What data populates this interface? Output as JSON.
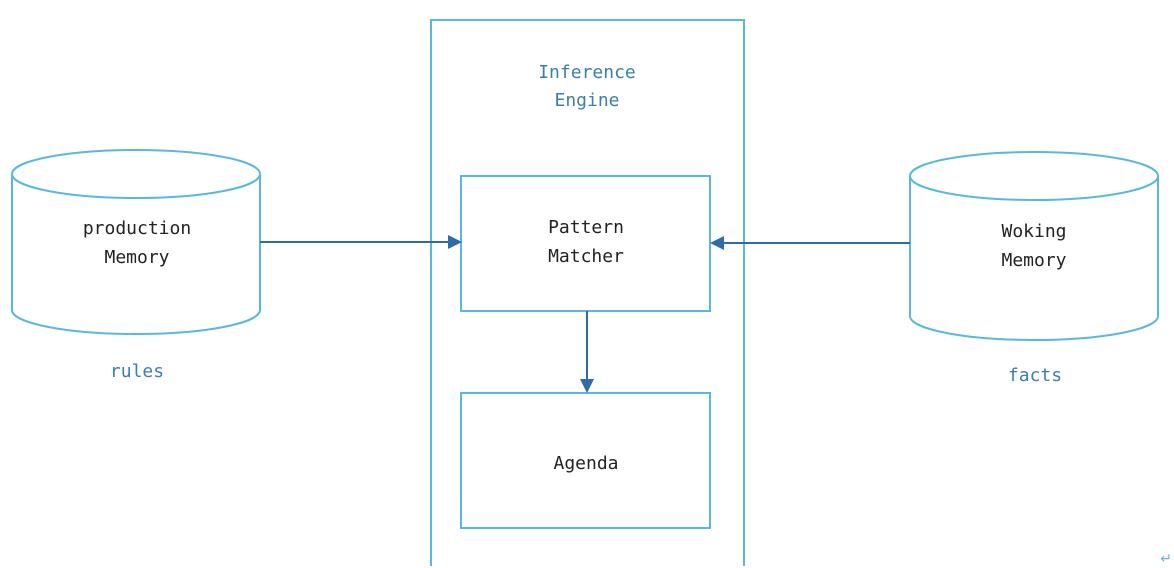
{
  "engine": {
    "title_line1": "Inference",
    "title_line2": "Engine"
  },
  "pattern_matcher": {
    "line1": "Pattern",
    "line2": "Matcher"
  },
  "agenda": {
    "label": "Agenda"
  },
  "production_memory": {
    "line1": "production",
    "line2": "Memory",
    "caption": "rules"
  },
  "working_memory": {
    "line1": "Woking",
    "line2": "Memory",
    "caption": "facts"
  },
  "corner_glyph": "↵",
  "colors": {
    "box_stroke": "#5ab8dc",
    "arrow": "#2f6ca6",
    "caption_text": "#3a7fae",
    "body_text": "#222222"
  }
}
